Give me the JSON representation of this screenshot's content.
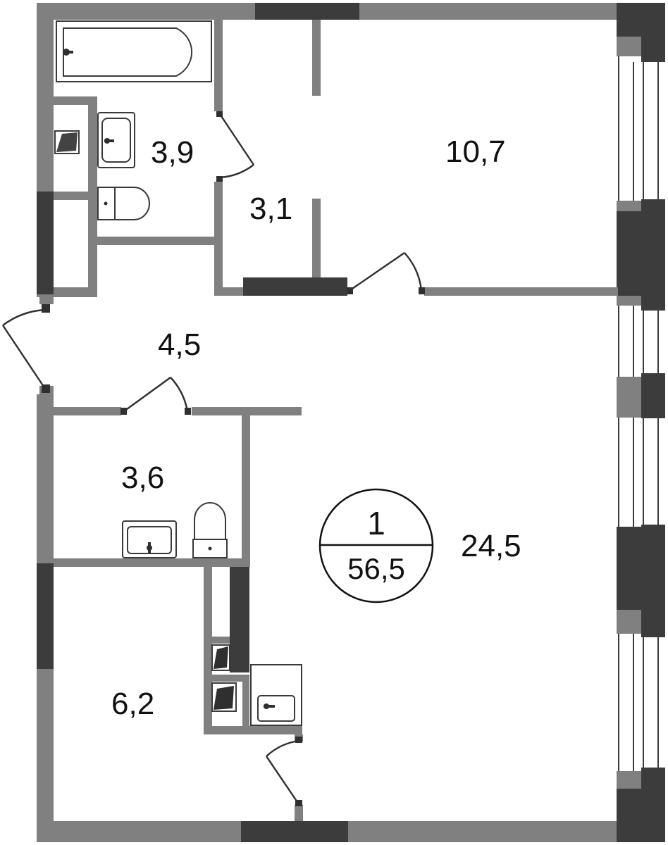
{
  "plan": {
    "apartment": {
      "rooms_count": "1",
      "total_area": "56,5"
    },
    "rooms": [
      {
        "key": "bathroom",
        "area": "3,9"
      },
      {
        "key": "corridor",
        "area": "3,1"
      },
      {
        "key": "bedroom",
        "area": "10,7"
      },
      {
        "key": "hall",
        "area": "4,5"
      },
      {
        "key": "wc",
        "area": "3,6"
      },
      {
        "key": "storage",
        "area": "6,2"
      },
      {
        "key": "living",
        "area": "24,5"
      }
    ],
    "colors": {
      "wall": "#808080",
      "wall_dark": "#3c3c3c",
      "background": "#ffffff",
      "text": "#111111"
    }
  }
}
